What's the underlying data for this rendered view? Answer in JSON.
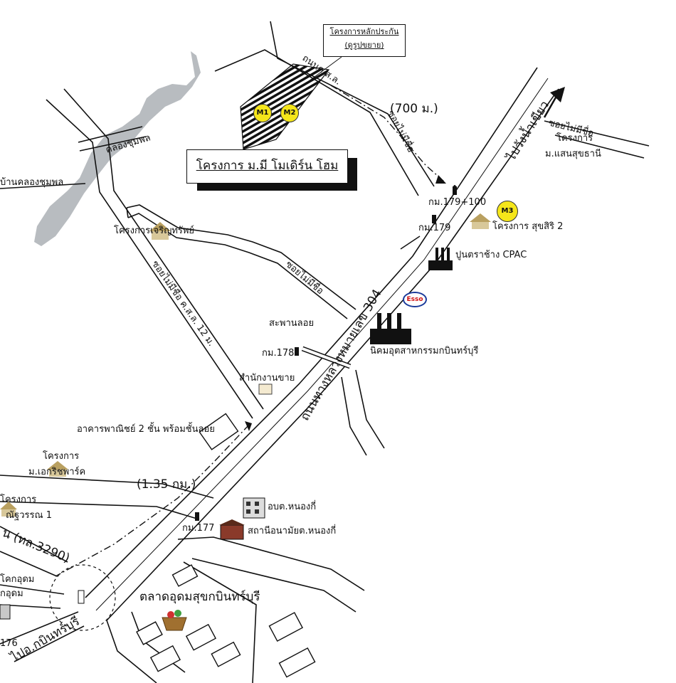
{
  "map": {
    "title": "โครงการ ม.มี โมเดิร์น โฮม",
    "callout": {
      "line1": "โครงการหลักประกัน",
      "line2": "(ดูรูปขยาย)"
    },
    "markers": {
      "m1": "M1",
      "m2": "M2",
      "m3": "M3"
    },
    "brands": {
      "esso": "Esso"
    },
    "labels": {
      "road_kosol": "ถนนค.ส.ล.",
      "dist_700": "(700 ม.)",
      "soi_maimichue_top": "ซอยไม่มีชื่อ",
      "soi_maimichue_right": "ซอยไม่มีชื่อ",
      "to_wangnamkhiao": "ไปวังน้ำเขียว",
      "proj_saensuk_1": "โครงการ",
      "proj_saensuk_2": "ม.แสนสุขธานี",
      "khlong_chumphon": "คลองชุมพล",
      "ban_khlong_chumphon": "บ้านคลองชุมพล",
      "km179_100": "กม.179+100",
      "km179": "กม.179",
      "proj_suksiri": "โครงการ สุขสิริ 2",
      "proj_charoensap": "โครงการเจริญทรัพย์",
      "cpac": "ปูนตราช้าง CPAC",
      "soi_maimichue_mid": "ซอยไม่มีชื่อ",
      "soi_kosol12": "ซอยไม่มีชื่อ ค.ส.ล. 12 ม.",
      "saphan_loi": "สะพานลอย",
      "highway_304": "ถนนทางหลวงหมายเลข 304",
      "industrial_estate": "นิคมอุตสาหกรรมกบินทร์บุรี",
      "km178": "กม.178",
      "sales_office": "สำนักงานขาย",
      "commercial_bldg": "อาคารพาณิชย์ 2 ชั้น พร้อมชั้นลอย",
      "proj_ecorich_1": "โครงการ",
      "proj_ecorich_2": "ม.เอกริชพาร์ค",
      "dist_135": "(1.35 กม.)",
      "proj_left_1": "โครงการ",
      "proj_left_2": "ณัฐวรรณ 1",
      "obt_nongki": "อบต.หนองกี่",
      "km177": "กม.177",
      "health_station": "สถานีอนามัยต.หนองกี่",
      "road_3290": "น (ทล.3290)",
      "left_khok_udom": "โคกอุดม",
      "left_udom": "กอุดม",
      "market": "ตลาดอุดมสุขกบินทร์บุรี",
      "to_kabinburi": "ไปอ.กบินทร์บุรี",
      "km176": "176"
    }
  }
}
